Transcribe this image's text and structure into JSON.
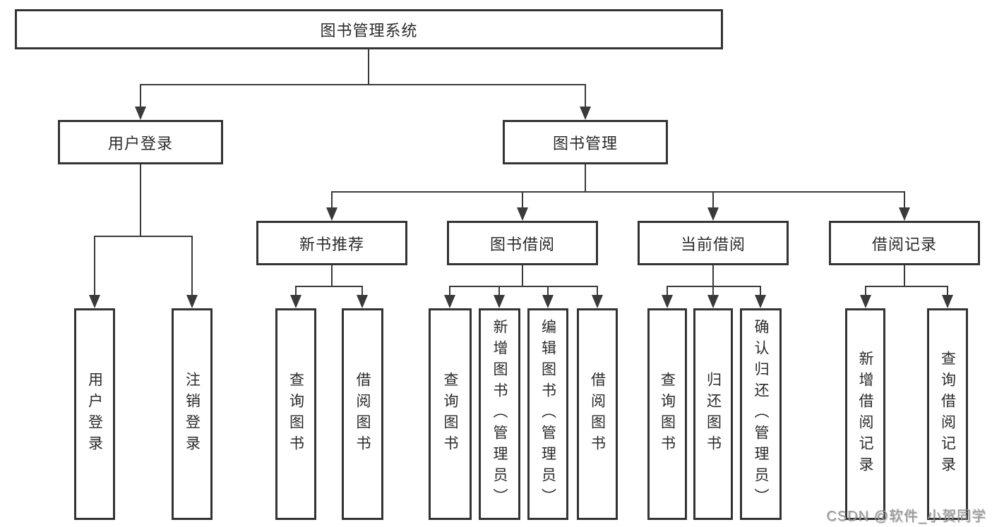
{
  "diagram": {
    "title": "图书管理系统",
    "colors": {
      "line": "#3a3a3a",
      "box_border": "#333333",
      "text": "#2b2b2b",
      "watermark": "#9b9b9b",
      "background": "#ffffff"
    },
    "nodes": {
      "root": "图书管理系统",
      "user_login": "用户登录",
      "book_mgmt": "图书管理",
      "new_book_rec": "新书推荐",
      "book_borrow": "图书借阅",
      "current_borrow": "当前借阅",
      "borrow_records": "借阅记录",
      "leaf_user_login": "用户登录",
      "leaf_logout": "注销登录",
      "leaf_query_book_rec": "查询图书",
      "leaf_borrow_book_rec": "借阅图书",
      "leaf_query_book_borrow": "查询图书",
      "leaf_add_book": "新增图书（管理员）",
      "leaf_edit_book": "编辑图书（管理员）",
      "leaf_borrow_book": "借阅图书",
      "leaf_query_book_current": "查询图书",
      "leaf_return_book": "归还图书",
      "leaf_confirm_return": "确认归还（管理员）",
      "leaf_add_record": "新增借阅记录",
      "leaf_query_record": "查询借阅记录"
    },
    "watermark": "CSDN @软件_小贺同学"
  }
}
